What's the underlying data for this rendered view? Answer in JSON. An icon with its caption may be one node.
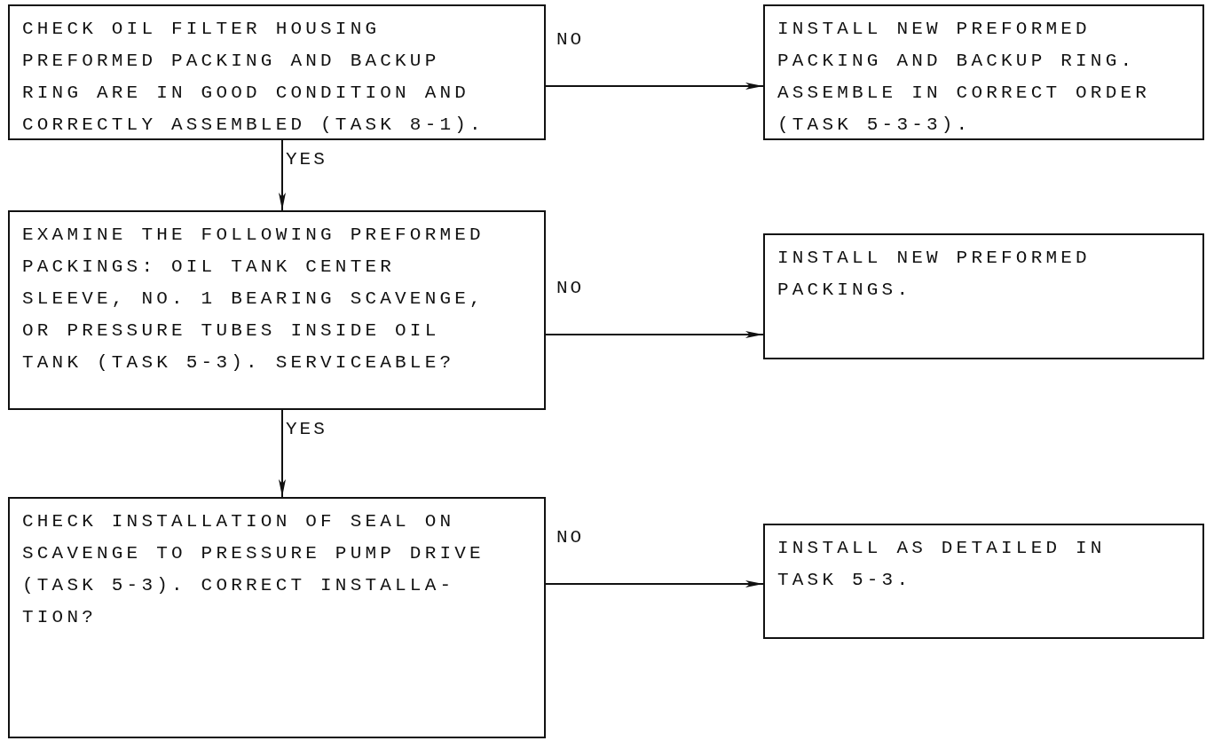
{
  "diagram": {
    "nodes": [
      {
        "text": [
          "CHECK OIL FILTER HOUSING PREFORMED PACKING AND BACKUP RING ARE IN GOOD CONDITION AND CORRECTLY ASSEMBLED (TASK 8-1)."
        ]
      },
      {
        "text": [
          "INSTALL NEW PREFORMED PACKING AND BACKUP RING. ASSEMBLE IN CORRECT ORDER (TASK 5-3-3)."
        ]
      },
      {
        "text": [
          "EXAMINE THE FOLLOWING PREFORMED PACKINGS: OIL TANK CENTER SLEEVE, NO. 1 BEARING SCAVENGE, OR PRESSURE TUBES INSIDE OIL TANK (TASK 5-3). SERVICEABLE?"
        ]
      },
      {
        "text": [
          "INSTALL NEW PREFORMED PACKINGS."
        ]
      },
      {
        "text": [
          "CHECK INSTALLATION OF SEAL ON SCAVENGE TO PRESSURE PUMP DRIVE (TASK 5-3). CORRECT INSTALLA- TION?"
        ]
      },
      {
        "text": [
          "INSTALL AS DETAILED IN TASK 5-3."
        ]
      }
    ],
    "edges": [
      {
        "from": 0,
        "to": 1,
        "arrow": "to",
        "label": "NO"
      },
      {
        "from": 0,
        "to": 2,
        "arrow": "to",
        "label": "YES"
      },
      {
        "from": 2,
        "to": 3,
        "arrow": "to",
        "label": "NO"
      },
      {
        "from": 2,
        "to": 4,
        "arrow": "to",
        "label": "YES"
      },
      {
        "from": 4,
        "to": 5,
        "arrow": "to",
        "label": "NO"
      }
    ]
  }
}
